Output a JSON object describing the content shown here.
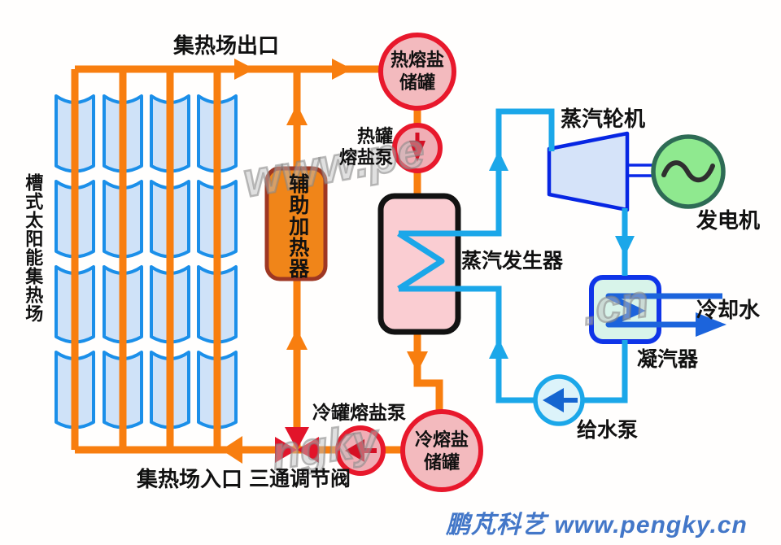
{
  "labels": {
    "collector_outlet": "集热场出口",
    "collector_field": "槽式太阳能集热场",
    "collector_inlet": "集热场入口",
    "hot_tank": "热熔盐\n储罐",
    "hot_pump": "热罐\n熔盐泵",
    "aux_heater": "辅助加热器",
    "steam_generator": "蒸汽发生器",
    "turbine": "蒸汽轮机",
    "generator": "发电机",
    "cooling_water": "冷却水",
    "condenser": "凝汽器",
    "feedwater_pump": "给水泵",
    "cold_tank": "冷熔盐\n储罐",
    "cold_pump": "冷罐熔盐泵",
    "three_way_valve": "三通调节阀"
  },
  "watermark": {
    "frag_top": "www.pe",
    "frag_bottom_left": "ngky",
    "frag_right": ".cn",
    "site": "鹏芃科艺 www.pengky.cn"
  },
  "colors": {
    "hot_salt_orange": "#F87E0F",
    "heater_fill": "#F08519",
    "heater_border": "#9E3723",
    "salt_red": "#E8182C",
    "salt_dark_red": "#D50F24",
    "tank_pink": "#F3BABE",
    "pump_pink": "#F0AEB5",
    "generator_vessel_pink": "#FACDD2",
    "steam_azure": "#1BA7E9",
    "feed_pump_fill": "#DCF3FA",
    "cooling_blue": "#1C64DC",
    "condenser_border": "#0F35E8",
    "condenser_fill": "#D8F4EA",
    "turbine_blue": "#0726E3",
    "turbine_fill": "#D5E3F9",
    "generator_green": "#8FE98F",
    "generator_ring": "#2E6B55",
    "trough_blue": "#1B8FE9",
    "trough_fill": "#CFE2F8",
    "brand_blue": "#4377C8"
  }
}
